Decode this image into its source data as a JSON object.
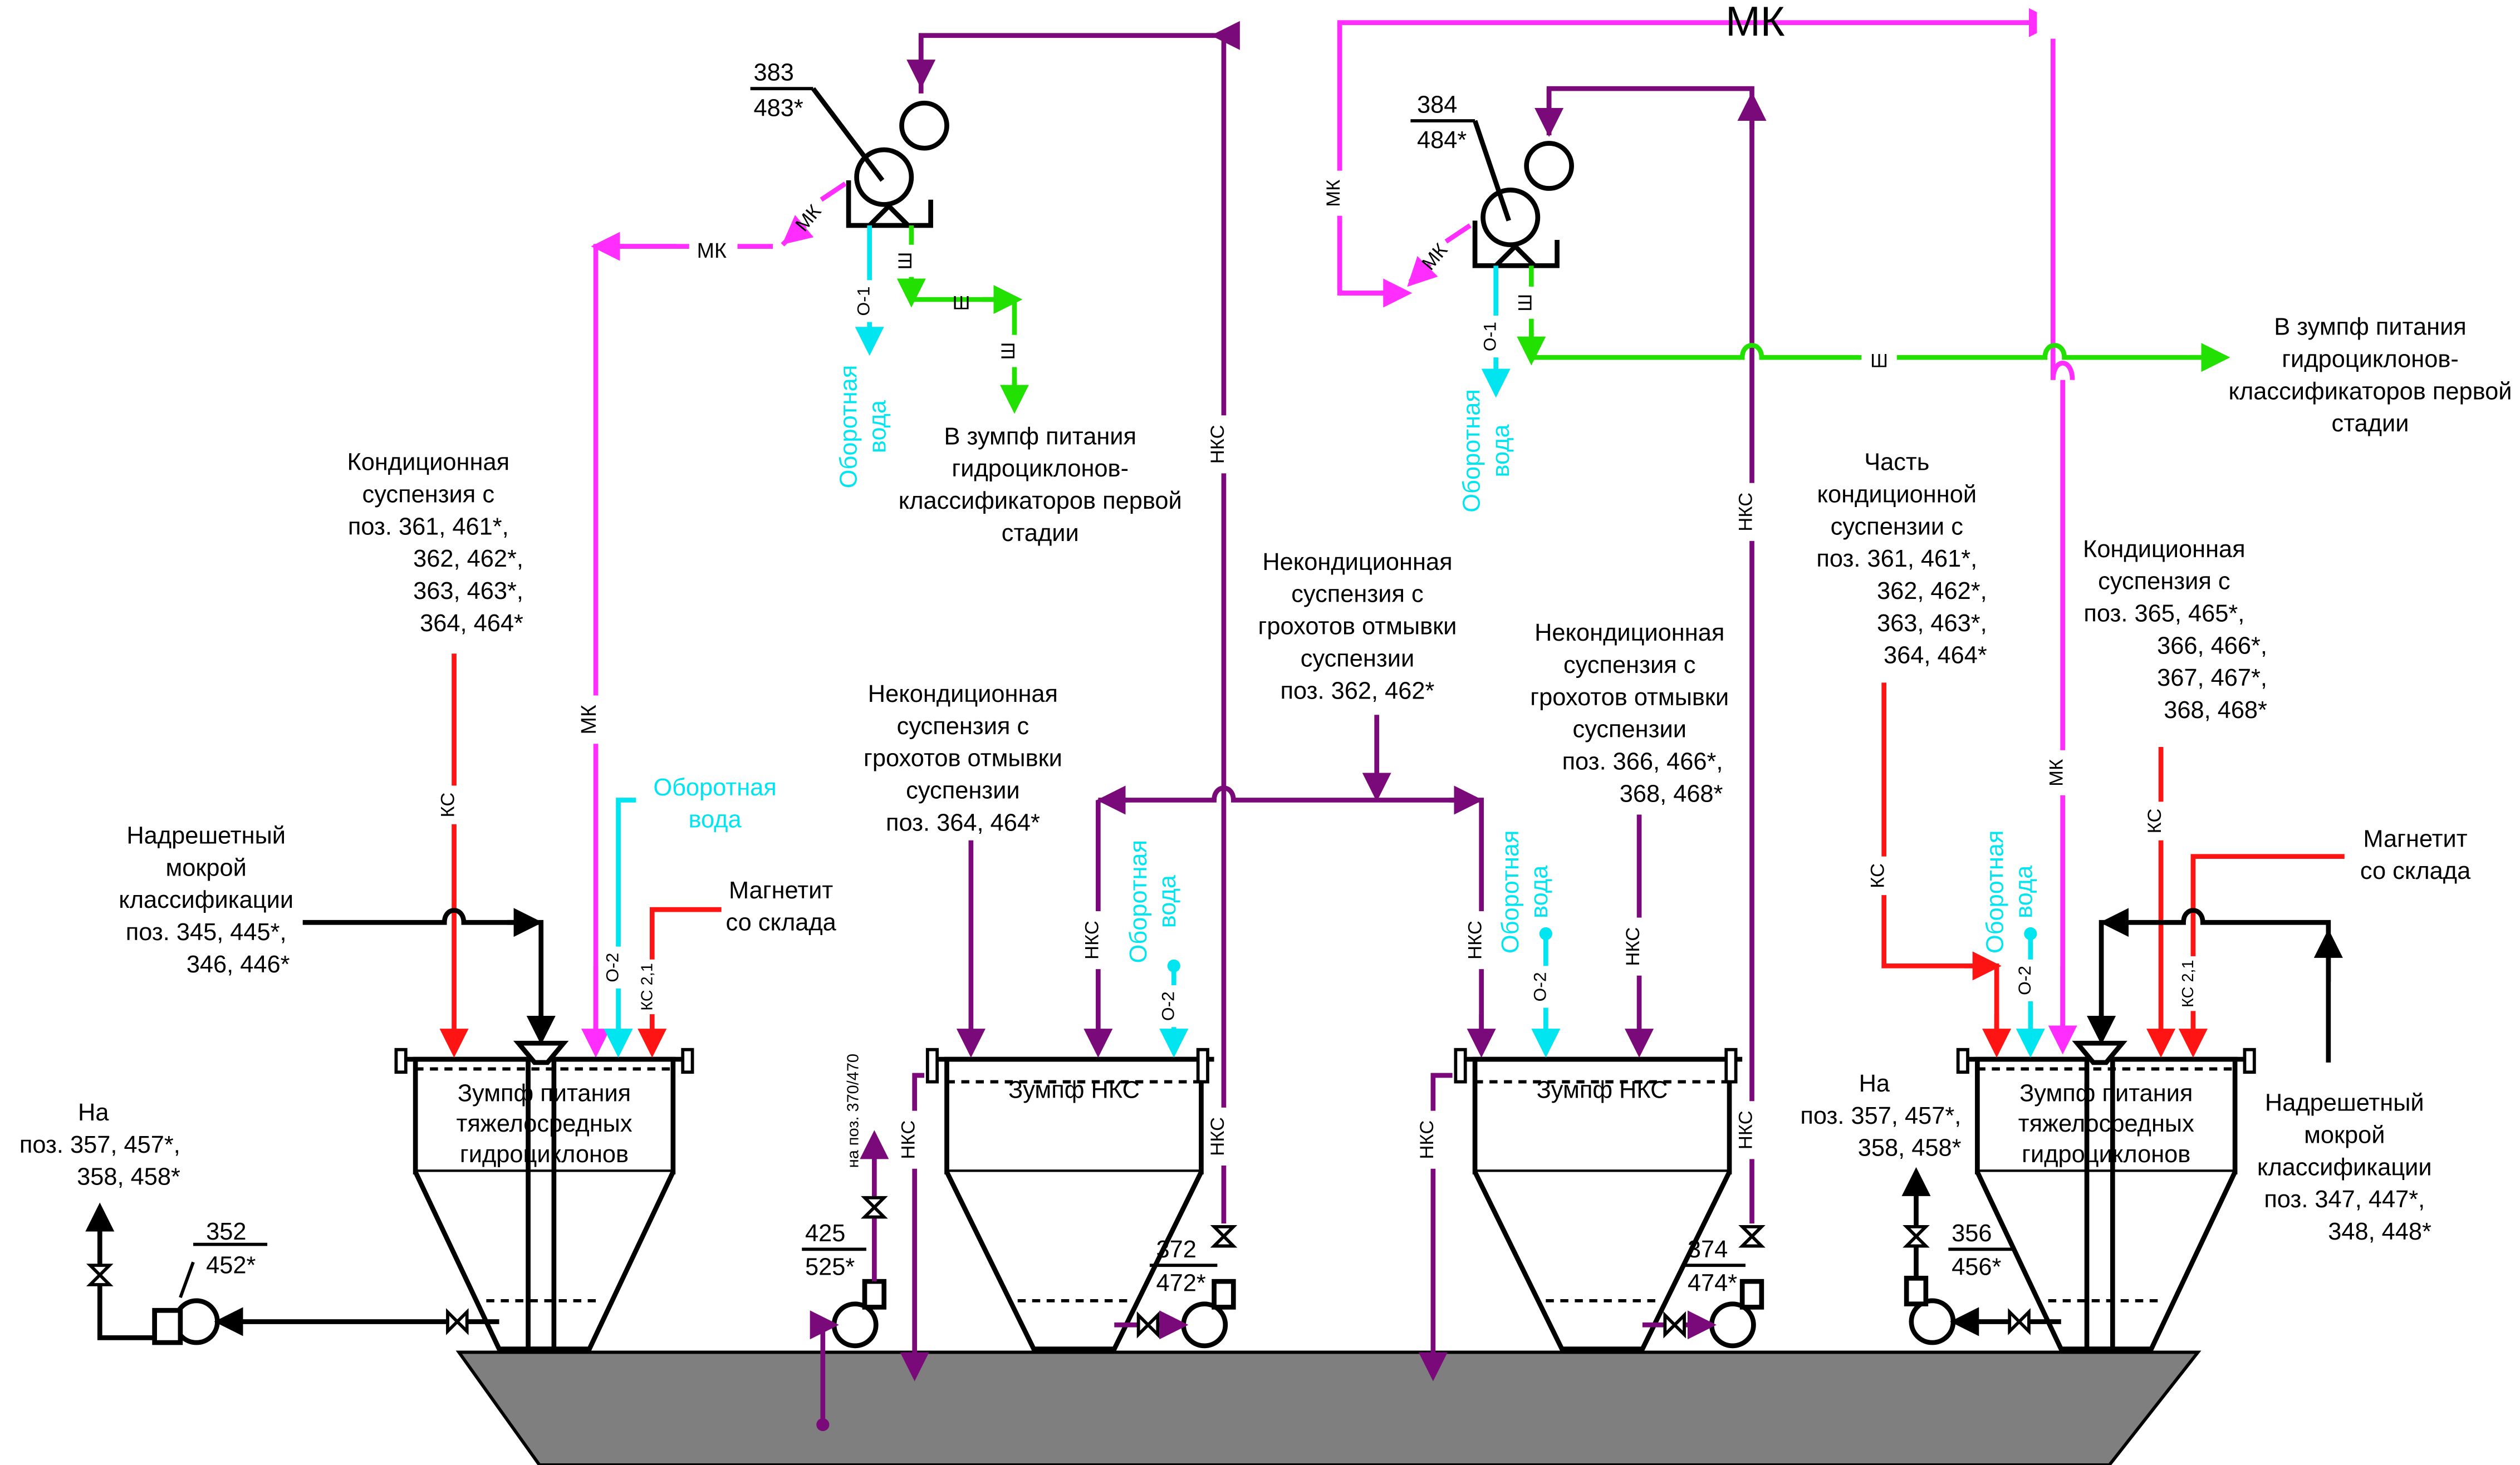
{
  "colors": {
    "mk": "#FF2EFF",
    "nks": "#7A0A7A",
    "ks": "#FF1414",
    "water": "#00E5F0",
    "sh": "#22E000",
    "equipment": "#000000",
    "floor": "#7F7F7F"
  },
  "line_codes": {
    "mk": "МК",
    "nks": "НКС",
    "ks": "КС",
    "ks21": "КС 2,1",
    "sh": "Ш",
    "o1": "О-1",
    "o2": "О-2"
  },
  "positions": {
    "screen_left": {
      "num": "383",
      "alt": "483*"
    },
    "screen_right": {
      "num": "384",
      "alt": "484*"
    },
    "pump_352": {
      "num": "352",
      "alt": "452*"
    },
    "pump_425": {
      "num": "425",
      "alt": "525*"
    },
    "pump_372": {
      "num": "372",
      "alt": "472*"
    },
    "pump_374": {
      "num": "374",
      "alt": "474*"
    },
    "pump_356": {
      "num": "356",
      "alt": "456*"
    }
  },
  "tanks": {
    "sump_left": {
      "title": [
        "Зумпф питания",
        "тяжелосредных",
        "гидроциклонов"
      ]
    },
    "sump_nks_1": {
      "title": [
        "Зумпф НКС"
      ]
    },
    "sump_nks_2": {
      "title": [
        "Зумпф НКС"
      ]
    },
    "sump_right": {
      "title": [
        "Зумпф питания",
        "тяжелосредных",
        "гидроциклонов"
      ]
    }
  },
  "labels": {
    "water": [
      "Оборотная",
      "вода"
    ],
    "to_sump_left": [
      "В зумпф питания",
      "гидроциклонов-",
      "классификаторов первой",
      "стадии"
    ],
    "to_sump_right": [
      "В зумпф питания",
      "гидроциклонов-",
      "классификаторов первой",
      "стадии"
    ],
    "cond_left": [
      "Кондиционная",
      "суспензия с",
      "поз. 361, 461*,",
      "362, 462*,",
      "363, 463*,",
      "364, 464*"
    ],
    "cond_right": [
      "Кондиционная",
      "суспензия с",
      "поз. 365, 465*,",
      "366, 466*,",
      "367, 467*,",
      "368, 468*"
    ],
    "part_cond": [
      "Часть",
      "кондиционной",
      "суспензии с",
      "поз. 361, 461*,",
      "362, 462*,",
      "363, 463*,",
      "364, 464*"
    ],
    "noncond_362": [
      "Некондиционная",
      "суспензия с",
      "грохотов отмывки",
      "суспензии",
      "поз. 362, 462*"
    ],
    "noncond_364": [
      "Некондиционная",
      "суспензия с",
      "грохотов отмывки",
      "суспензии",
      "поз. 364, 464*"
    ],
    "noncond_366": [
      "Некондиционная",
      "суспензия с",
      "грохотов отмывки",
      "суспензии",
      "поз. 366, 466*,",
      "368, 468*"
    ],
    "oversize_left": [
      "Надрешетный",
      "мокрой",
      "классификации",
      "поз. 345, 445*,",
      "346, 446*"
    ],
    "oversize_right": [
      "Надрешетный",
      "мокрой",
      "классификации",
      "поз. 347, 447*,",
      "348, 448*"
    ],
    "magnetite_left": [
      "Магнетит",
      "со склада"
    ],
    "magnetite_right": [
      "Магнетит",
      "со склада"
    ],
    "to_pos_left": [
      "На",
      "поз. 357, 457*,",
      "358, 458*"
    ],
    "to_pos_right": [
      "На",
      "поз. 357, 457*,",
      "358, 458*"
    ],
    "to_pos_370": "на поз. 370/470"
  }
}
